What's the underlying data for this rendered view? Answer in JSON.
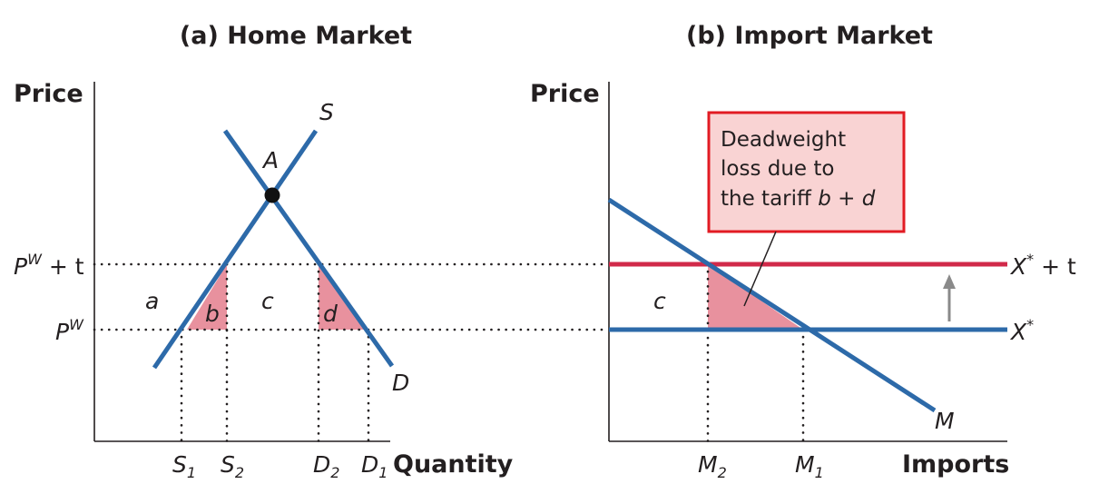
{
  "panel_a": {
    "title": "(a) Home Market",
    "y_axis_label": "Price",
    "x_axis_label": "Quantity",
    "supply_label": "S",
    "demand_label": "D",
    "point_label": "A",
    "price_tariff_label": {
      "base": "P",
      "sup": "W",
      "rest": " + t"
    },
    "world_price_label": {
      "base": "P",
      "sup": "W"
    },
    "area_labels": {
      "a": "a",
      "b": "b",
      "c": "c",
      "d": "d"
    },
    "quantity_ticks": [
      {
        "base": "S",
        "sub": "1"
      },
      {
        "base": "S",
        "sub": "2"
      },
      {
        "base": "D",
        "sub": "2"
      },
      {
        "base": "D",
        "sub": "1"
      }
    ]
  },
  "panel_b": {
    "title": "(b) Import Market",
    "y_axis_label": "Price",
    "x_axis_label": "Imports",
    "import_demand_label": "M",
    "area_label_c": "c",
    "export_supply_label": {
      "base": "X",
      "sup": "*"
    },
    "export_supply_tariff_label": {
      "base": "X",
      "sup": "*",
      "rest": " + t"
    },
    "quantity_ticks": [
      {
        "base": "M",
        "sub": "2"
      },
      {
        "base": "M",
        "sub": "1"
      }
    ],
    "callout": {
      "line1": "Deadweight",
      "line2": "loss due to",
      "line3_prefix": "the tariff ",
      "b": "b",
      "plus": " + ",
      "d": "d"
    }
  },
  "colors": {
    "curve_blue": "#2d6aa9",
    "tariff_red": "#d12a4a",
    "deadweight_fill": "#e8919e",
    "callout_fill": "#f9d3d3",
    "callout_border": "#e21b23",
    "arrow_gray": "#8a8a8a"
  }
}
